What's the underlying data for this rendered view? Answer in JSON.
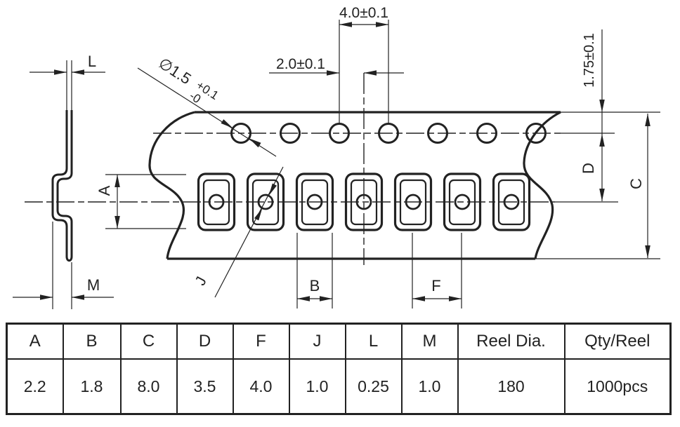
{
  "colors": {
    "line": "#222222",
    "bg": "#ffffff"
  },
  "drawing": {
    "dim_pitch": "4.0±0.1",
    "dim_hole_to_pocket": "2.0±0.1",
    "dim_edge_to_hole": "1.75±0.1",
    "dim_hole_dia": "∅1.5",
    "dim_hole_dia_tol_plus": "+0.1",
    "dim_hole_dia_tol_minus": "-0",
    "label_A": "A",
    "label_B": "B",
    "label_C": "C",
    "label_D": "D",
    "label_F": "F",
    "label_J": "J",
    "label_L": "L",
    "label_M": "M"
  },
  "table": {
    "headers": [
      "A",
      "B",
      "C",
      "D",
      "F",
      "J",
      "L",
      "M",
      "Reel Dia.",
      "Qty/Reel"
    ],
    "values": [
      "2.2",
      "1.8",
      "8.0",
      "3.5",
      "4.0",
      "1.0",
      "0.25",
      "1.0",
      "180",
      "1000pcs"
    ]
  }
}
